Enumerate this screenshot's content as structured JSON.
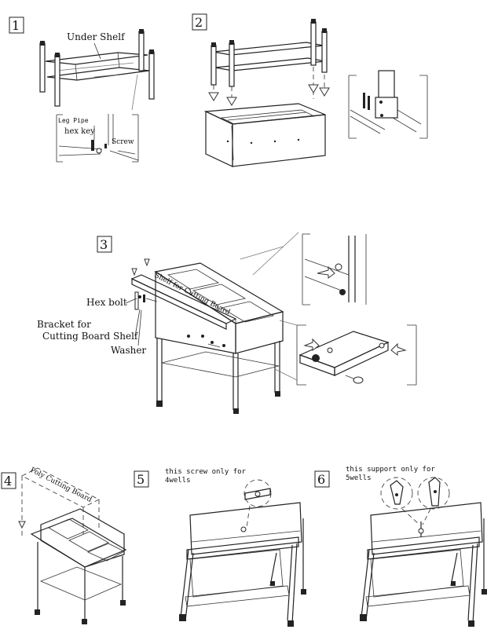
{
  "steps": [
    {
      "number": "1",
      "labels": {
        "under_shelf": "Under Shelf",
        "leg_pipe": "Leg Pipe",
        "hex_key": "hex key",
        "screw": "Screw"
      }
    },
    {
      "number": "2"
    },
    {
      "number": "3",
      "labels": {
        "shelf": "Shelf for Cutting Board",
        "hex_bolt": "Hex bolt",
        "bracket_line1": "Bracket for",
        "bracket_line2": "Cutting Board Shelf",
        "washer": "Washer"
      }
    },
    {
      "number": "4",
      "labels": {
        "poly_board": "Poly Cutting Board"
      }
    },
    {
      "number": "5",
      "labels": {
        "note_line1": "this screw only for",
        "note_line2": "4wells"
      }
    },
    {
      "number": "6",
      "labels": {
        "note_line1": "this support only for",
        "note_line2": "5wells"
      }
    }
  ]
}
